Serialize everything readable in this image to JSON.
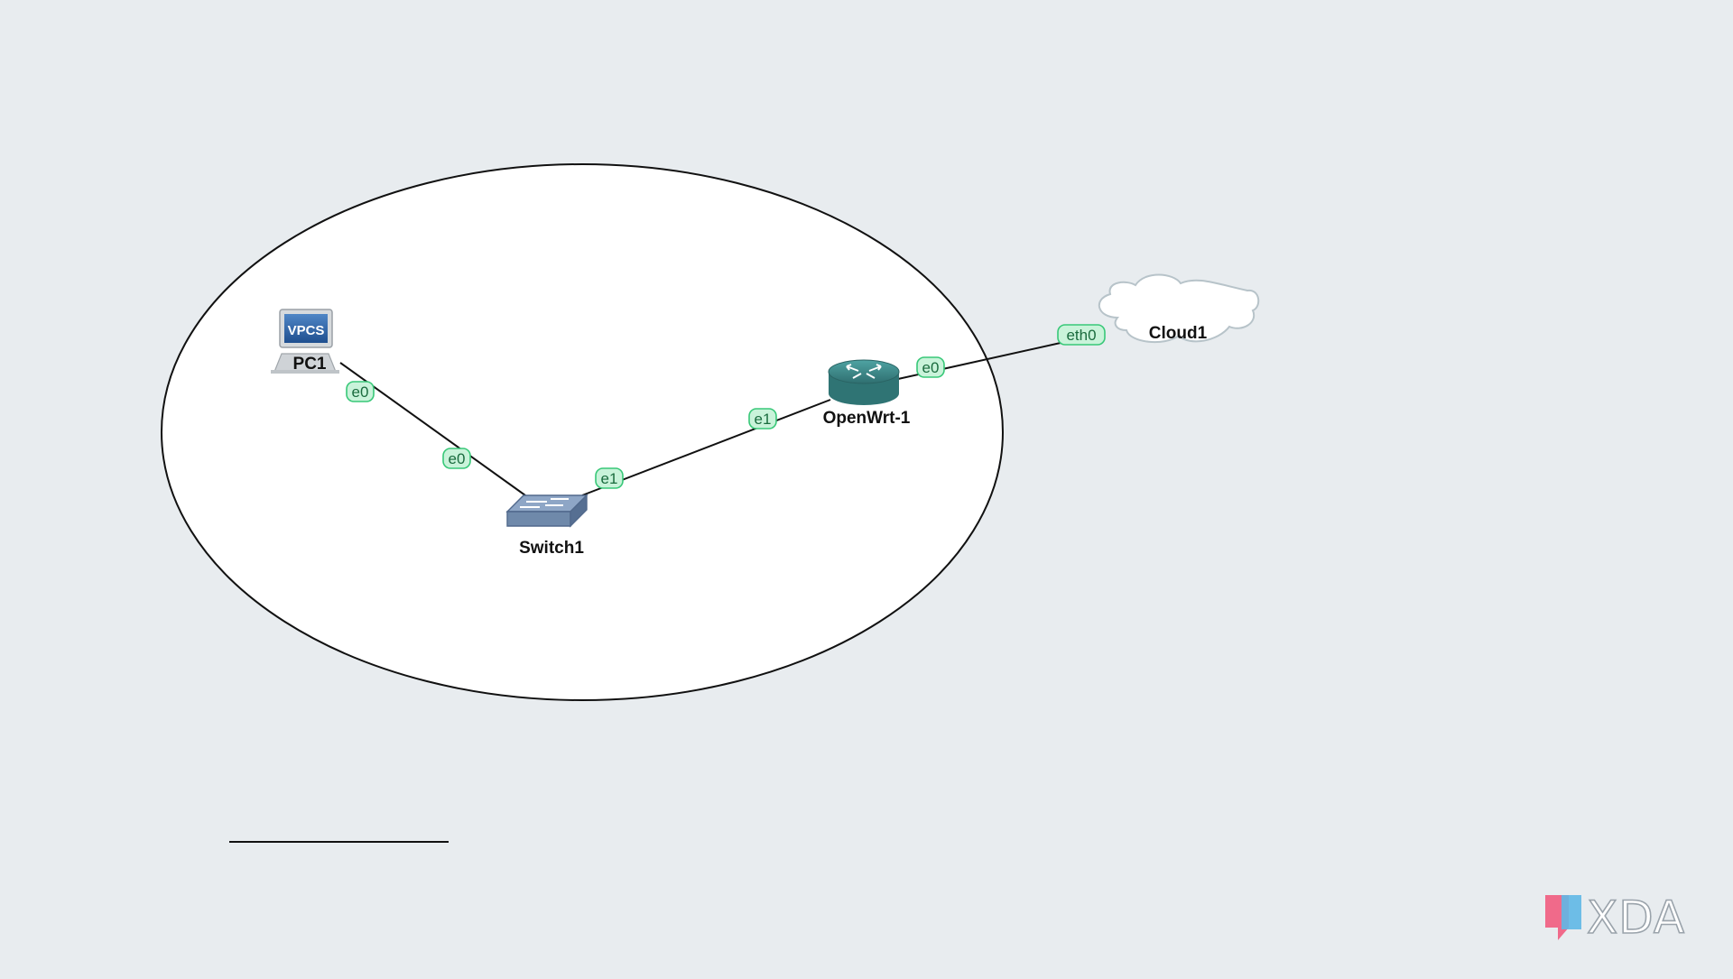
{
  "topology": {
    "nodes": {
      "pc1": {
        "name": "PC1",
        "icon": "vpcs-laptop-icon",
        "screen_text": "VPCS"
      },
      "switch1": {
        "name": "Switch1",
        "icon": "ethernet-switch-icon"
      },
      "router": {
        "name": "OpenWrt-1",
        "icon": "router-icon"
      },
      "cloud": {
        "name": "Cloud1",
        "icon": "cloud-icon"
      }
    },
    "links": [
      {
        "from": "PC1",
        "from_port": "e0",
        "to": "Switch1",
        "to_port": "e0"
      },
      {
        "from": "Switch1",
        "from_port": "e1",
        "to": "OpenWrt-1",
        "to_port": "e1"
      },
      {
        "from": "OpenWrt-1",
        "from_port": "e0",
        "to": "Cloud1",
        "to_port": "eth0"
      }
    ]
  },
  "colors": {
    "background": "#e8ecef",
    "port_fill": "#c9f3da",
    "port_border": "#38c878",
    "port_text": "#1a6b3e",
    "router": "#3c8a8a",
    "switch": "#6f89aa"
  },
  "watermark": {
    "text": "XDA",
    "icon": "xda-logo-icon"
  }
}
